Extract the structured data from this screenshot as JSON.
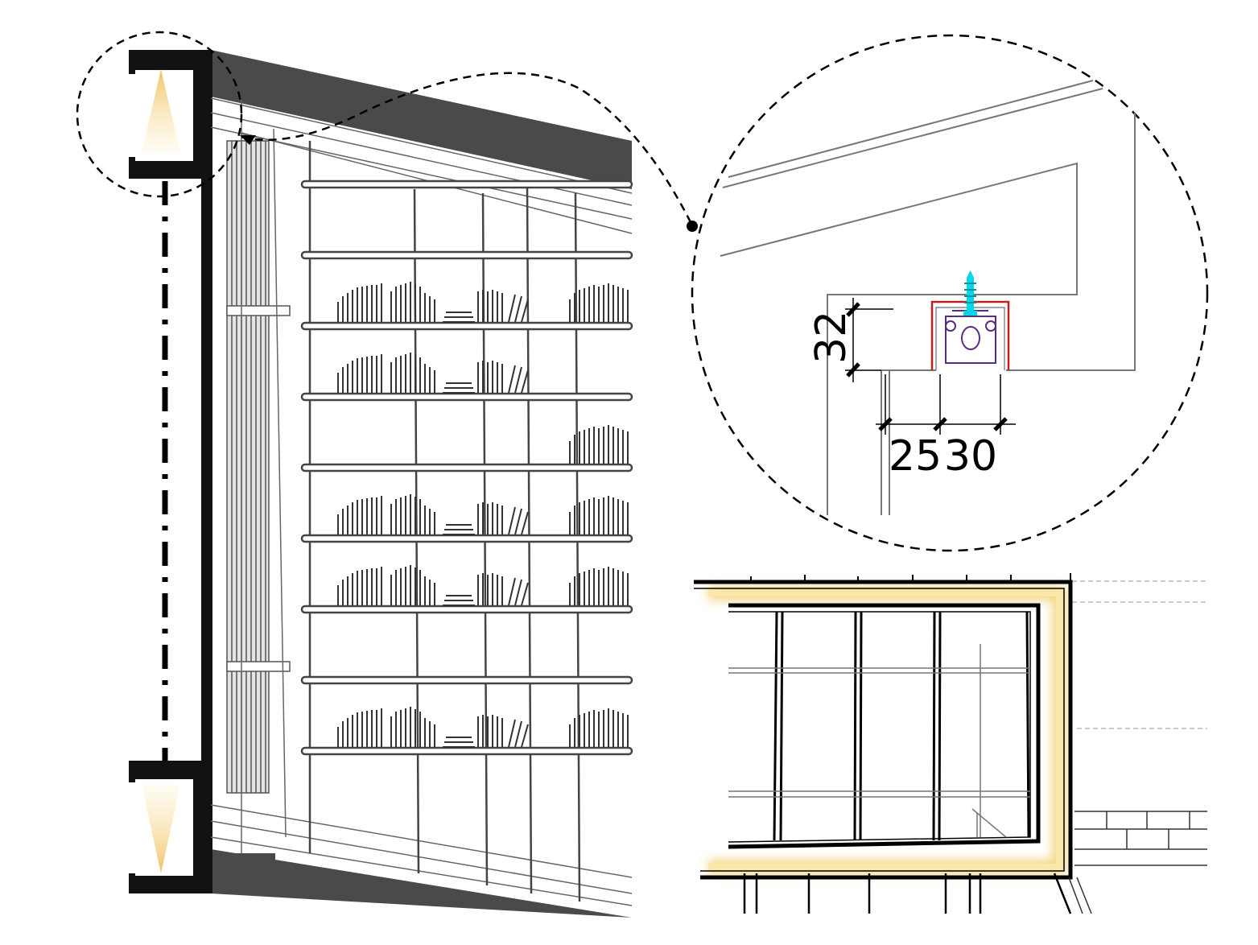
{
  "detail": {
    "dimensions": {
      "vertical": "32",
      "horizontal_left": "25",
      "horizontal_right": "30"
    }
  },
  "colors": {
    "wall": "#4a4a4a",
    "line": "#333333",
    "light_glow": "#f3d27a",
    "channel_outline": "#c02020",
    "fixture": "#5a2d82",
    "screw": "#00d8e8"
  }
}
